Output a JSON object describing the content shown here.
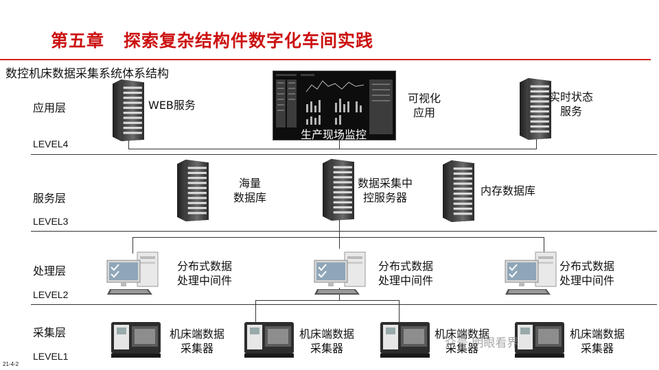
{
  "title": {
    "chapter": "第五章",
    "topic": "探索复杂结构件数字化车间实践"
  },
  "subtitle": "数控机床数据采集系统体系结构",
  "layers": [
    {
      "name": "应用层",
      "level": "LEVEL4"
    },
    {
      "name": "服务层",
      "level": "LEVEL3"
    },
    {
      "name": "处理层",
      "level": "LEVEL2"
    },
    {
      "name": "采集层",
      "level": "LEVEL1"
    }
  ],
  "application": {
    "web_service": "WEB服务",
    "monitor_caption": "生产现场监控",
    "visual_app": [
      "可视化",
      "应用"
    ],
    "realtime_service": [
      "实时状态",
      "服务"
    ]
  },
  "service": {
    "mass_db": [
      "海量",
      "数据库"
    ],
    "collection_server": [
      "数据采集中",
      "控服务器"
    ],
    "memory_db": "内存数据库"
  },
  "processing": {
    "middleware": [
      "分布式数据",
      "处理中间件"
    ]
  },
  "collection": {
    "collector": [
      "机床端数据",
      "采集器"
    ]
  },
  "watermark": "众号·明眼看界",
  "date": "21-4-2",
  "colors": {
    "title": "#cc1111",
    "accent_line": "#d42222",
    "monitor_bg": "#0d0d0d"
  },
  "icons": [
    "server-rack-icon",
    "workstation-icon",
    "cnc-machine-icon",
    "dashboard-monitor"
  ]
}
